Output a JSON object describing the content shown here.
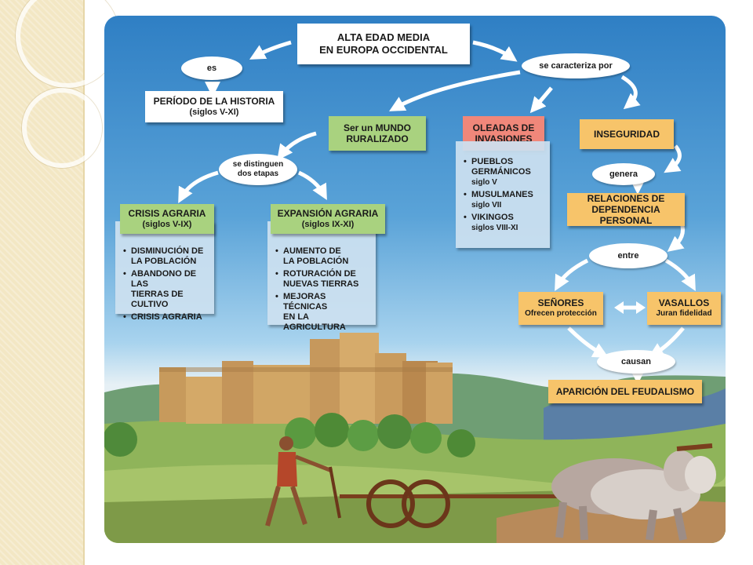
{
  "title": {
    "line1": "ALTA EDAD MEDIA",
    "line2": "EN EUROPA OCCIDENTAL"
  },
  "connectors": {
    "es": "es",
    "caracteriza": "se caracteriza por",
    "distinguen_1": "se distinguen",
    "distinguen_2": "dos etapas",
    "genera": "genera",
    "entre": "entre",
    "causan": "causan"
  },
  "periodo": {
    "line1": "PERÍODO DE LA HISTORIA",
    "line2": "(siglos V-XI)"
  },
  "mundo": {
    "line1": "Ser un MUNDO",
    "line2": "RURALIZADO"
  },
  "oleadas": {
    "line1": "OLEADAS DE",
    "line2": "INVASIONES"
  },
  "inseguridad": "INSEGURIDAD",
  "invasiones": [
    {
      "l1": "PUEBLOS",
      "l2": "GERMÁNICOS",
      "l3": "siglo V"
    },
    {
      "l1": "MUSULMANES",
      "l2": "siglo VII"
    },
    {
      "l1": "VIKINGOS",
      "l2": "siglos VIII-XI"
    }
  ],
  "crisis": {
    "line1": "CRISIS AGRARIA",
    "line2": "(siglos V-IX)",
    "items": [
      "DISMINUCIÓN DE",
      "LA POBLACIÓN",
      "ABANDONO DE LAS",
      "TIERRAS DE CULTIVO",
      "CRISIS AGRARIA"
    ]
  },
  "expansion": {
    "line1": "EXPANSIÓN AGRARIA",
    "line2": "(siglos IX-XI)",
    "items": [
      "AUMENTO DE",
      "LA POBLACIÓN",
      "ROTURACIÓN DE",
      "NUEVAS TIERRAS",
      "MEJORAS TÉCNICAS",
      "EN LA AGRICULTURA"
    ]
  },
  "relaciones": {
    "line1": "RELACIONES DE",
    "line2": "DEPENDENCIA PERSONAL"
  },
  "senores": {
    "line1": "SEÑORES",
    "line2": "Ofrecen protección"
  },
  "vasallos": {
    "line1": "VASALLOS",
    "line2": "Juran fidelidad"
  },
  "feudalismo": "APARICIÓN DEL FEUDALISMO",
  "colors": {
    "green": "#a9d27f",
    "red": "#f0877a",
    "orange": "#f7c46a",
    "sky": "#2f7fc4"
  }
}
